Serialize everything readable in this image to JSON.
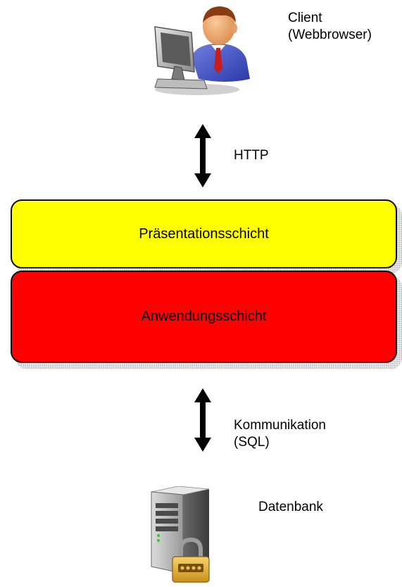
{
  "client": {
    "label_line1": "Client",
    "label_line2": "(Webbrowser)",
    "icon": "user-at-computer-icon"
  },
  "connection_top": {
    "label": "HTTP",
    "icon": "double-arrow-icon"
  },
  "layers": {
    "presentation": {
      "label": "Präsentationsschicht",
      "color": "#ffff00"
    },
    "application": {
      "label": "Anwendungsschicht",
      "color": "#ff0000"
    }
  },
  "connection_bottom": {
    "label_line1": "Kommunikation",
    "label_line2": "(SQL)",
    "icon": "double-arrow-icon"
  },
  "database": {
    "label": "Datenbank",
    "icon": "server-lock-icon"
  }
}
